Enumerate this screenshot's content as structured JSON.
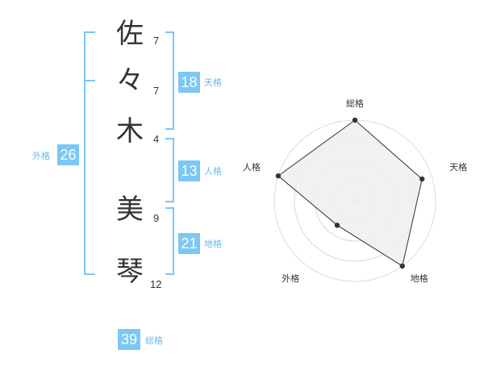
{
  "colors": {
    "accent": "#7cc7f5",
    "label": "#6cb8ea",
    "text": "#333333",
    "radar_fill": "#eeeeee",
    "radar_grid": "#dddddd",
    "radar_line": "#333333"
  },
  "name": {
    "characters": [
      {
        "char": "佐",
        "strokes": "7"
      },
      {
        "char": "々",
        "strokes": "7"
      },
      {
        "char": "木",
        "strokes": "4"
      },
      {
        "char": "美",
        "strokes": "9"
      },
      {
        "char": "琴",
        "strokes": "12"
      }
    ]
  },
  "fortune": {
    "tenkaku": {
      "value": "18",
      "label": "天格"
    },
    "jinkaku": {
      "value": "13",
      "label": "人格"
    },
    "chikaku": {
      "value": "21",
      "label": "地格"
    },
    "gaikaku": {
      "value": "26",
      "label": "外格"
    },
    "soukaku": {
      "value": "39",
      "label": "総格"
    }
  },
  "radar": {
    "axes": [
      "総格",
      "天格",
      "地格",
      "外格",
      "人格"
    ],
    "levels": 4,
    "scores": [
      4,
      3.5,
      4,
      1.5,
      4
    ]
  }
}
